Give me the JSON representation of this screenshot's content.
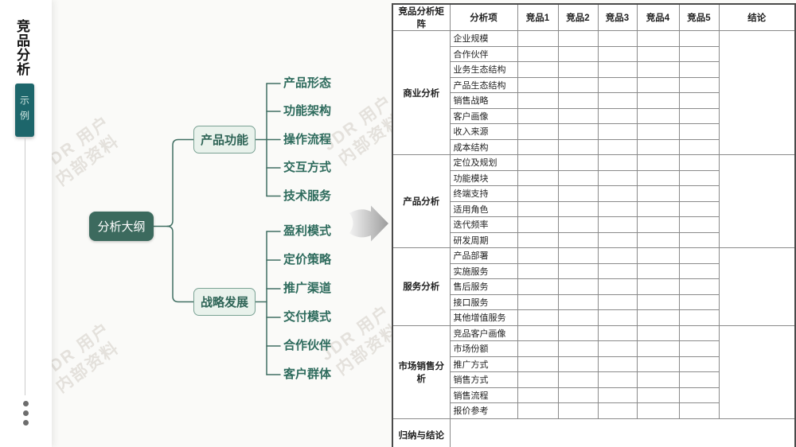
{
  "page": {
    "title_vertical": "竞品分析",
    "badge": "示例"
  },
  "watermark": {
    "line1": "JDR 用户",
    "line2": "内部资料"
  },
  "mindmap": {
    "root": "分析大纲",
    "branches": [
      {
        "label": "产品功能",
        "children": [
          "产品形态",
          "功能架构",
          "操作流程",
          "交互方式",
          "技术服务"
        ]
      },
      {
        "label": "战略发展",
        "children": [
          "盈利模式",
          "定价策略",
          "推广渠道",
          "交付模式",
          "合作伙伴",
          "客户群体"
        ]
      }
    ]
  },
  "arrow_icon": "right-arrow",
  "table": {
    "headers": [
      "竞品分析矩阵",
      "分析项",
      "竞品1",
      "竞品2",
      "竞品3",
      "竞品4",
      "竞品5",
      "结论"
    ],
    "competitor_columns": 5,
    "groups": [
      {
        "label": "商业分析",
        "items": [
          "企业规模",
          "合作伙伴",
          "业务生态结构",
          "产品生态结构",
          "销售战略",
          "客户画像",
          "收入来源",
          "成本结构"
        ]
      },
      {
        "label": "产品分析",
        "items": [
          "定位及规划",
          "功能模块",
          "终端支持",
          "适用角色",
          "迭代频率",
          "研发周期"
        ]
      },
      {
        "label": "服务分析",
        "items": [
          "产品部署",
          "实施服务",
          "售后服务",
          "接口服务",
          "其他增值服务"
        ]
      },
      {
        "label": "市场销售分析",
        "items": [
          "竞品客户画像",
          "市场份额",
          "推广方式",
          "销售方式",
          "销售流程",
          "报价参考"
        ]
      }
    ],
    "footer_label": "归纳与结论"
  },
  "colors": {
    "root_fill": "#3c6a5e",
    "branch_fill": "#e9f2ec",
    "branch_border": "#7aa294",
    "leaf_text": "#2e6b5d",
    "badge_fill": "#1d666b",
    "connector": "#3f6e62",
    "grid_dark": "#4a4a4a",
    "grid_light": "#8a8a8a"
  }
}
